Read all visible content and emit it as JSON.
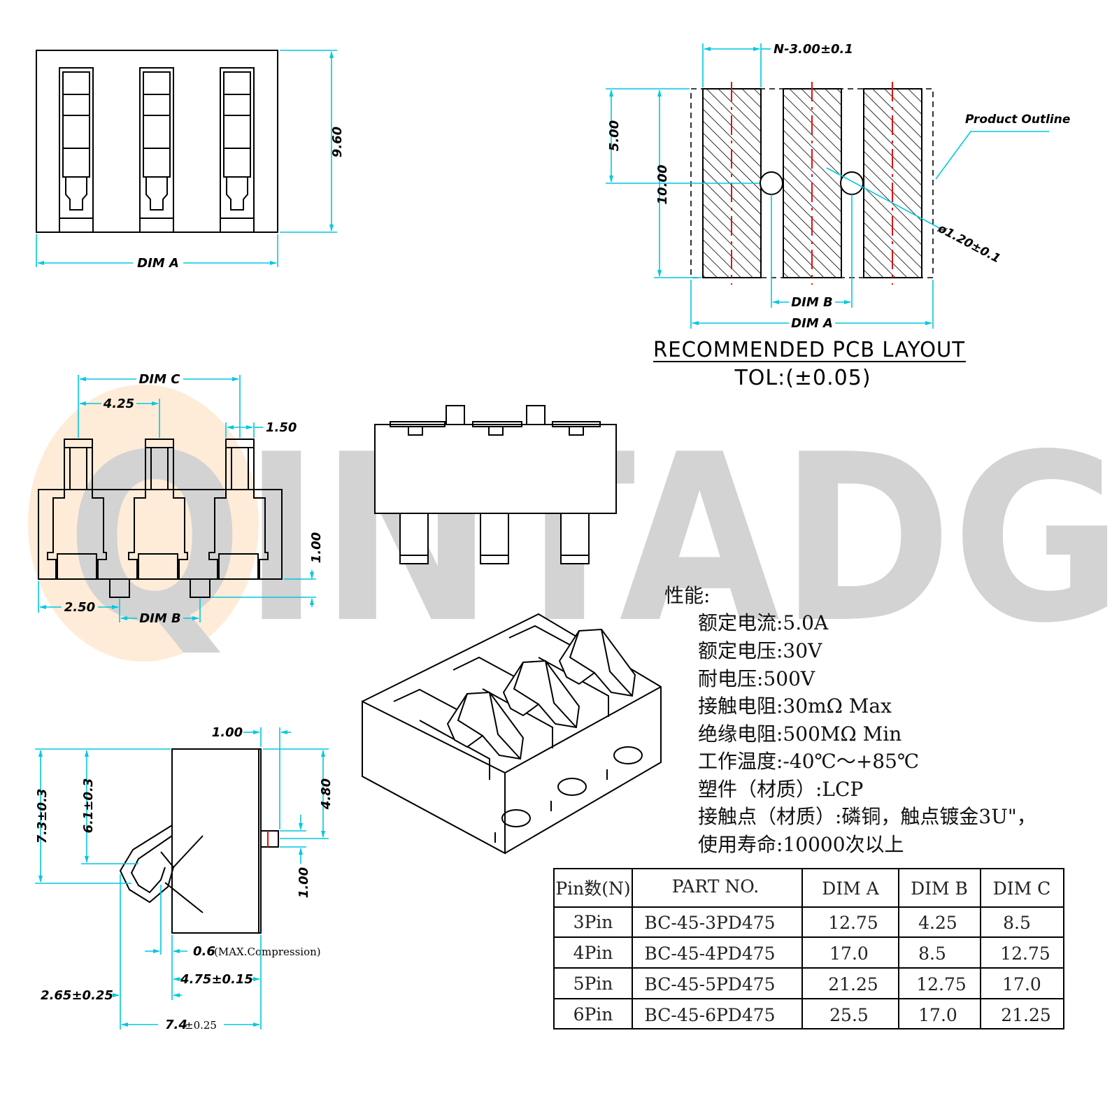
{
  "watermark": {
    "text": "QINTADG",
    "color": "#d3d3d3",
    "logo_color": "#fde6cc"
  },
  "colors": {
    "dimension": "#00c8e0",
    "centerline": "#e01010",
    "outline": "#000000"
  },
  "top_view": {
    "height": "9.60",
    "width": "DIM A"
  },
  "pcb_layout": {
    "pitch": "N-3.00±0.1",
    "half_height": "5.00",
    "height": "10.00",
    "hole": "ø1.20±0.1",
    "outline_label": "Product Outline",
    "dim_b": "DIM B",
    "dim_a": "DIM A",
    "title": "RECOMMENDED PCB LAYOUT",
    "tolerance": "TOL:(±0.05)"
  },
  "front_view": {
    "dim_c": "DIM C",
    "pitch": "4.25",
    "contact_width": "1.50",
    "standoff": "1.00",
    "edge": "2.50",
    "dim_b": "DIM B"
  },
  "side_view": {
    "top_offset": "1.00",
    "height_total": "7.3±0.3",
    "height_contact": "6.1±0.3",
    "pin_height": "4.80",
    "pin_length": "1.00",
    "compression_value": "0.6",
    "compression_note": "(MAX.Compression)",
    "body_depth": "4.75±0.15",
    "overhang": "2.65±0.25",
    "total_depth_value": "7.4",
    "total_depth_tol": "±0.25"
  },
  "specs": {
    "heading": "性能:",
    "lines": [
      "额定电流:5.0A",
      "额定电压:30V",
      "耐电压:500V",
      "接触电阻:30mΩ  Max",
      "绝缘电阻:500MΩ  Min",
      "工作温度:-40℃～+85℃",
      "塑件（材质）:LCP",
      "接触点（材质）:磷铜，触点镀金3U\"，",
      "使用寿命:10000次以上"
    ]
  },
  "table": {
    "headers": [
      "Pin数(N)",
      "PART NO.",
      "DIM A",
      "DIM B",
      "DIM C"
    ],
    "rows": [
      [
        "3Pin",
        "BC-45-3PD475",
        "12.75",
        "4.25",
        "8.5"
      ],
      [
        "4Pin",
        "BC-45-4PD475",
        "17.0",
        "8.5",
        "12.75"
      ],
      [
        "5Pin",
        "BC-45-5PD475",
        "21.25",
        "12.75",
        "17.0"
      ],
      [
        "6Pin",
        "BC-45-6PD475",
        "25.5",
        "17.0",
        "21.25"
      ]
    ]
  }
}
